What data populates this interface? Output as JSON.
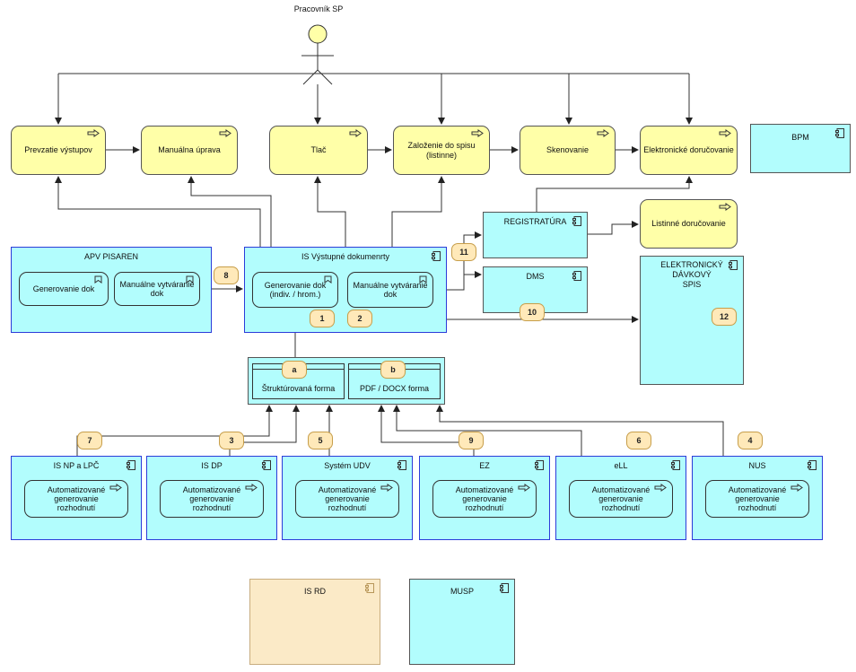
{
  "actor": {
    "label": "Pracovník SP"
  },
  "processes": {
    "p1": "Prevzatie výstupov",
    "p2": "Manuálna úprava",
    "p3": "Tlač",
    "p4": "Založenie do spisu\n(listinne)",
    "p5": "Skenovanie",
    "p6": "Elektronické doručovanie",
    "p7": "Listinné doručovanie"
  },
  "components": {
    "bpm": "BPM",
    "apv": "APV PISAREN",
    "isvd": "IS Výstupné dokumenrty",
    "registratura": "REGISTRATÚRA",
    "dms": "DMS",
    "eds": "ELEKTRONICKÝ DÁVKOVÝ\nSPIS",
    "isnp": "IS NP a LPČ",
    "isdp": "IS DP",
    "udv": "Systém UDV",
    "ez": "EZ",
    "ell": "eLL",
    "nus": "NUS",
    "isrd": "IS RD",
    "musp": "MUSP"
  },
  "services": {
    "gen_dok": "Generovanie dok",
    "man_vytv_apv": "Manuálne vytváranie\ndok",
    "gen_dok_indiv": "Generovanie dok\n(indiv. / hrom.)",
    "man_vytv_is": "Manuálne vytváranie\ndok",
    "strukt": "Štruktúrovaná forma",
    "pdf": "PDF / DOCX forma",
    "auto": "Automatizované generovanie\nrozhodnutí"
  },
  "badges": {
    "b1": "1",
    "b2": "2",
    "b3": "3",
    "b4": "4",
    "b5": "5",
    "b6": "6",
    "b7": "7",
    "b8": "8",
    "b9": "9",
    "b10": "10",
    "b11": "11",
    "b12": "12",
    "ba": "a",
    "bb": "b"
  },
  "colors": {
    "process_fill": "#ffffa8",
    "component_fill": "#b2fdfd",
    "component_border": "#2c3bd9",
    "badge_fill": "#ffe9b9",
    "tan_fill": "#fbeac7"
  },
  "icons": {
    "process": "process-arrow-icon",
    "component": "component-icon",
    "flag": "flag-icon"
  }
}
